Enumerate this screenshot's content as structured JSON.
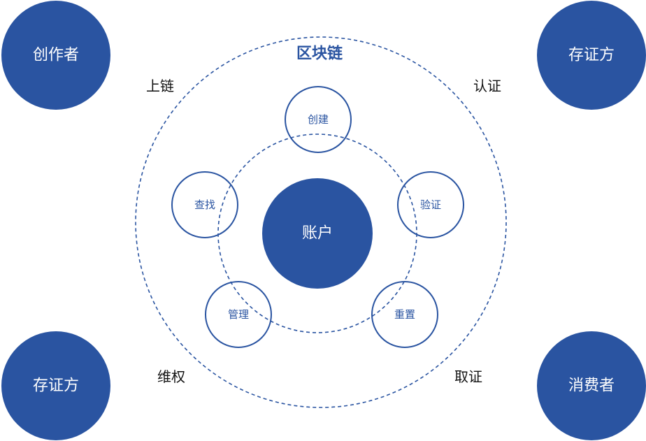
{
  "colors": {
    "primary": "#2a54a1",
    "edge_text": "#111111",
    "background": "#ffffff"
  },
  "diagram": {
    "title": "区块链",
    "center": "账户",
    "nodes": {
      "create": "创建",
      "verify": "验证",
      "reset": "重置",
      "manage": "管理",
      "search": "查找"
    },
    "actors": {
      "top_left": "创作者",
      "top_right": "存证方",
      "bottom_left": "存证方",
      "bottom_right": "消费者"
    },
    "flows": {
      "top_left": "上链",
      "top_right": "认证",
      "bottom_left": "维权",
      "bottom_right": "取证"
    }
  }
}
